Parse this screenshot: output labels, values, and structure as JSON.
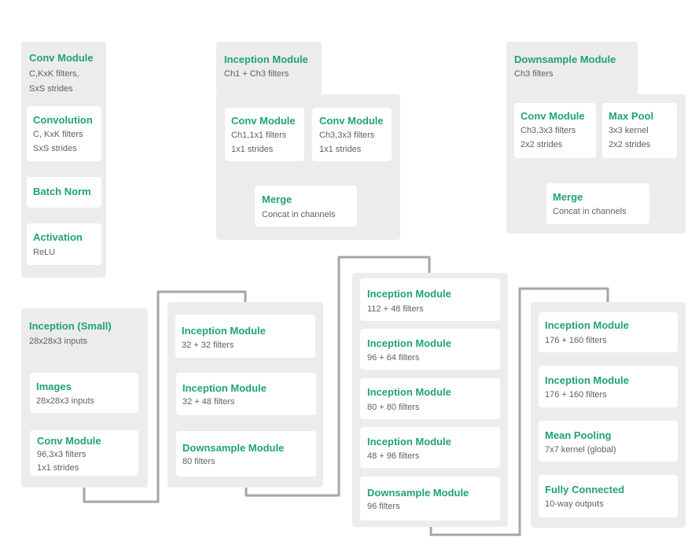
{
  "legend": {
    "conv": {
      "title": "Conv Module",
      "line1": "C,KxK filters,",
      "line2": "SxS strides",
      "convolution": {
        "title": "Convolution",
        "line1": "C, KxK filters",
        "line2": "SxS strides"
      },
      "batchnorm": {
        "title": "Batch Norm"
      },
      "activation": {
        "title": "Activation",
        "line1": "ReLU"
      }
    },
    "inception": {
      "title": "Inception Module",
      "line1": "Ch1 + Ch3 filters",
      "conv_a": {
        "title": "Conv Module",
        "line1": "Ch1,1x1 filters",
        "line2": "1x1 strides"
      },
      "conv_b": {
        "title": "Conv Module",
        "line1": "Ch3,3x3 filters",
        "line2": "1x1 strides"
      },
      "merge": {
        "title": "Merge",
        "line1": "Concat in channels"
      }
    },
    "downsample": {
      "title": "Downsample Module",
      "line1": "Ch3 filters",
      "conv": {
        "title": "Conv Module",
        "line1": "Ch3,3x3 filters",
        "line2": "2x2 strides"
      },
      "pool": {
        "title": "Max Pool",
        "line1": "3x3 kernel",
        "line2": "2x2 strides"
      },
      "merge": {
        "title": "Merge",
        "line1": "Concat in channels"
      }
    }
  },
  "network": {
    "title": "Inception (Small)",
    "subtitle": "28x28x3 inputs",
    "images": {
      "title": "Images",
      "line1": "28x28x3 inputs"
    },
    "conv": {
      "title": "Conv Module",
      "line1": "96,3x3 filters",
      "line2": "1x1 strides"
    },
    "col2": [
      {
        "title": "Inception Module",
        "line1": "32 + 32 filters"
      },
      {
        "title": "Inception Module",
        "line1": "32 + 48 filters"
      },
      {
        "title": "Downsample Module",
        "line1": "80 filters"
      }
    ],
    "col3": [
      {
        "title": "Inception Module",
        "line1": "112 + 48 filters"
      },
      {
        "title": "Inception Module",
        "line1": "96 + 64 filters"
      },
      {
        "title": "Inception Module",
        "line1": "80 + 80 filters"
      },
      {
        "title": "Inception Module",
        "line1": "48 + 96 filters"
      },
      {
        "title": "Downsample Module",
        "line1": "96 filters"
      }
    ],
    "col4": [
      {
        "title": "Inception Module",
        "line1": "176 + 160 filters"
      },
      {
        "title": "Inception Module",
        "line1": "176 + 160 filters"
      },
      {
        "title": "Mean Pooling",
        "line1": "7x7 kernel (global)"
      },
      {
        "title": "Fully Connected",
        "line1": "10-way outputs"
      }
    ]
  },
  "colors": {
    "accent": "#21a17a",
    "panel": "#ececec",
    "wire": "#a6a6a6",
    "text": "#606060"
  }
}
